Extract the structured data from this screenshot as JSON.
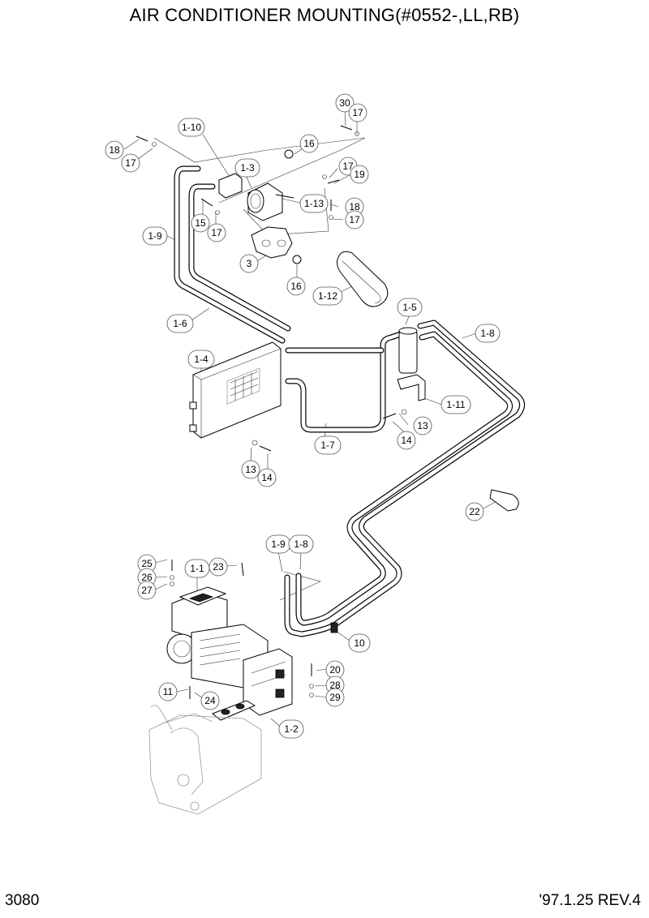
{
  "title": "AIR CONDITIONER MOUNTING(#0552-,LL,RB)",
  "page_number": "3080",
  "revision": "'97.1.25 REV.4",
  "labels": [
    "1-10",
    "30",
    "17",
    "16",
    "18",
    "17",
    "1-3",
    "17",
    "19",
    "15",
    "17",
    "1-13",
    "18",
    "17",
    "1-9",
    "3",
    "16",
    "1-12",
    "1-6",
    "1-5",
    "1-8",
    "1-4",
    "1-11",
    "13",
    "14",
    "1-7",
    "13",
    "14",
    "22",
    "25",
    "26",
    "27",
    "1-1",
    "23",
    "1-9",
    "1-8",
    "10",
    "20",
    "28",
    "29",
    "11",
    "24",
    "1-2"
  ]
}
